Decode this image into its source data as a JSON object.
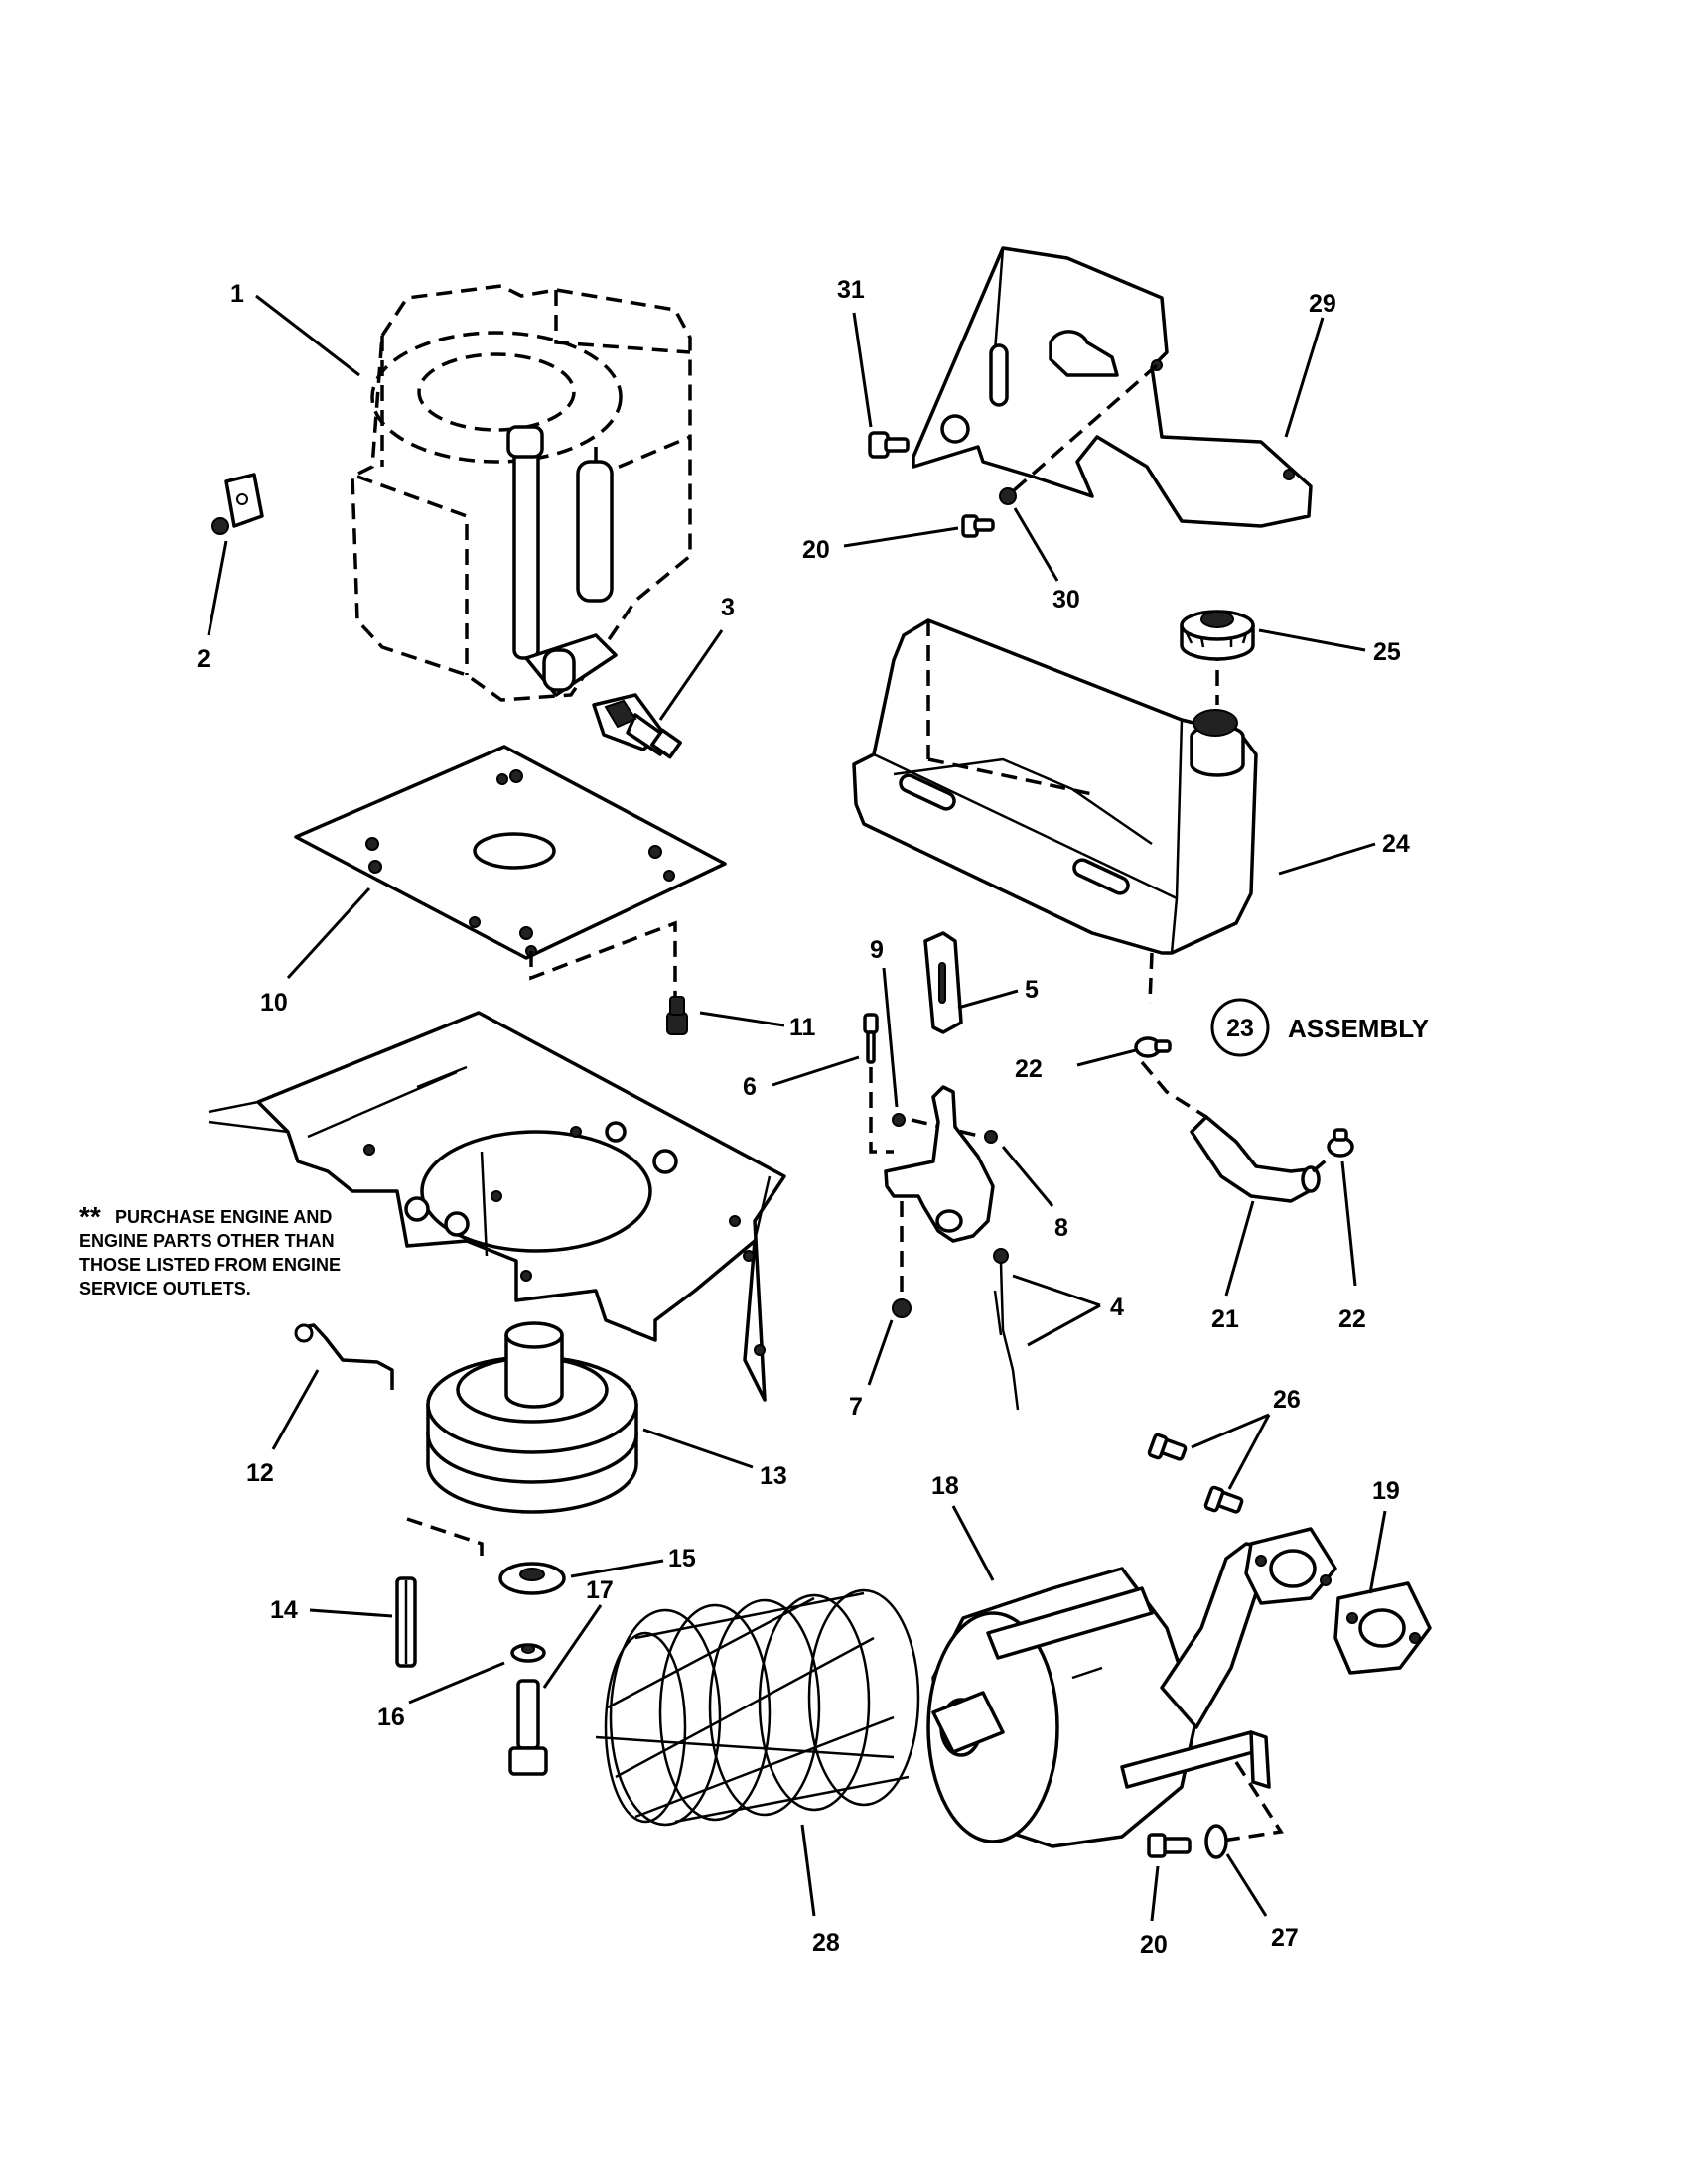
{
  "callouts": {
    "c1": "1",
    "c2": "2",
    "c3": "3",
    "c4": "4",
    "c5": "5",
    "c6": "6",
    "c7": "7",
    "c8": "8",
    "c9": "9",
    "c10": "10",
    "c11": "11",
    "c12": "12",
    "c13": "13",
    "c14": "14",
    "c15": "15",
    "c16": "16",
    "c17": "17",
    "c18": "18",
    "c19": "19",
    "c20a": "20",
    "c20b": "20",
    "c21": "21",
    "c22a": "22",
    "c22b": "22",
    "c23": "23",
    "c24": "24",
    "c25": "25",
    "c26": "26",
    "c27": "27",
    "c28": "28",
    "c29": "29",
    "c30": "30",
    "c31": "31"
  },
  "assembly_label": "ASSEMBLY",
  "note": {
    "stars": "**",
    "line1": "PURCHASE ENGINE AND",
    "line2": "ENGINE PARTS OTHER THAN",
    "line3": "THOSE LISTED FROM ENGINE",
    "line4": "SERVICE OUTLETS."
  }
}
